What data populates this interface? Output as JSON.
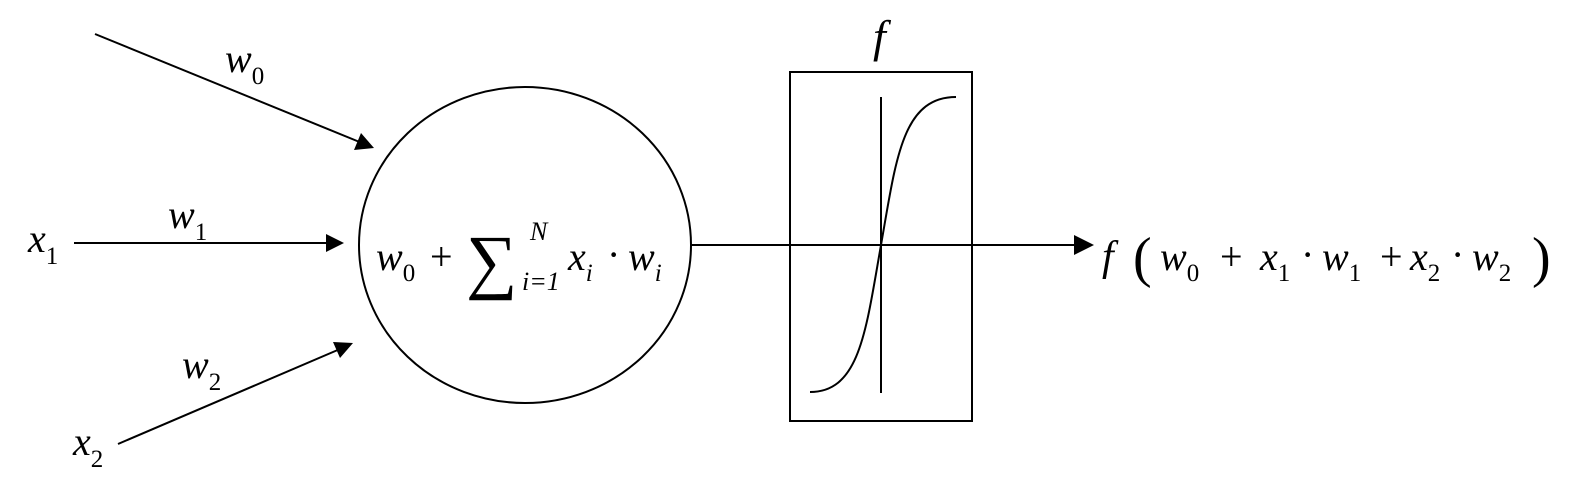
{
  "diagram": {
    "inputs": {
      "x1": {
        "base": "x",
        "sub": "1"
      },
      "x2": {
        "base": "x",
        "sub": "2"
      }
    },
    "weights": {
      "w0": {
        "base": "w",
        "sub": "0"
      },
      "w1": {
        "base": "w",
        "sub": "1"
      },
      "w2": {
        "base": "w",
        "sub": "2"
      }
    },
    "neuron": {
      "w": "w",
      "w_sub": "0",
      "plus": "+",
      "sigma": "∑",
      "upper": "N",
      "lower": "i=1",
      "x": "x",
      "x_sub": "i",
      "dot": "·",
      "wi": "w",
      "wi_sub": "i"
    },
    "activation": {
      "label": "f"
    },
    "output": {
      "f": "f",
      "lparen": "(",
      "w0": "w",
      "w0_sub": "0",
      "plus1": "+",
      "x1": "x",
      "x1_sub": "1",
      "dot1": "·",
      "w1": "w",
      "w1_sub": "1",
      "plus2": "+",
      "x2": "x",
      "x2_sub": "2",
      "dot2": "·",
      "w2": "w",
      "w2_sub": "2",
      "rparen": ")"
    },
    "colors": {
      "stroke": "#000000",
      "background": "#ffffff"
    }
  }
}
